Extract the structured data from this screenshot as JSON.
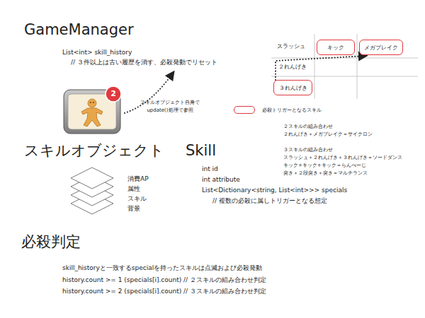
{
  "diagram": {
    "title": "GameManager",
    "nodes": [
      {
        "text": [
          "キック"
        ]
      },
      {
        "text": [
          "メガブレイク"
        ]
      },
      {
        "text": [
          "３れんげき"
        ]
      }
    ],
    "edges": [
      {
        "from": 2,
        "to": 1,
        "arrow": "to"
      }
    ],
    "labels": [
      "List<int> skill_history",
      "// ３件以上は古い履歴を消す、必殺発動でリセット",
      "スラッシュ",
      "２れんげき",
      "2",
      "スキルオブジェクト自身で",
      "update()処理で参照",
      "２スキルの組み合わせ",
      "２れんげき＋メガブレイク＝サイクロン",
      "３スキルの組み合わせ",
      "スラッシュ＋２れんげき＋３れんげき＝ソードダンス",
      "キック+キック+キック＝らんぺーじ",
      "突き＋２段突き＋突き＝マルチランス",
      "スキルオブジェクト",
      "Skill",
      "消費AP",
      "属性",
      "スキル",
      "背景",
      "int id",
      "int attribute",
      "List<Dictionary<string, List<int>>> specials",
      "// 複数の必殺に属しトリガーとなる想定",
      "必殺判定",
      "skill_historyと一致するspecialを持ったスキルは点滅および必殺発動",
      "history.count >= 1 (specials[i].count) // ２スキルの組み合わせ判定",
      "history.count >= 2 (specials[i].count) // ３スキルの組み合わせ判定"
    ],
    "legend": [
      {
        "text": "必殺トリガーとなるスキル"
      }
    ]
  }
}
